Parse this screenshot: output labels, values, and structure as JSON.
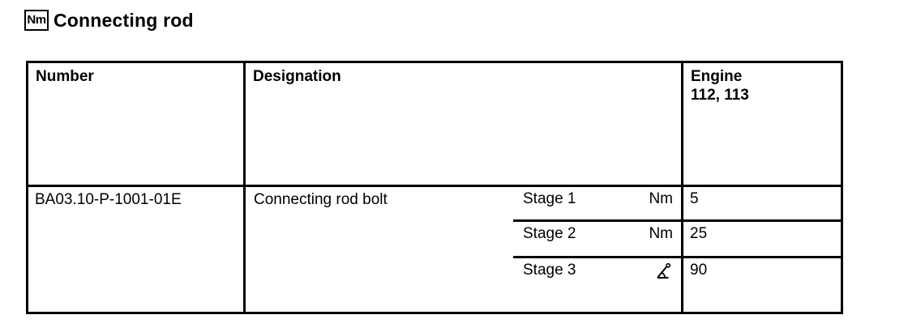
{
  "page": {
    "icon_label": "Nm",
    "title": "Connecting rod"
  },
  "table": {
    "header": {
      "number": "Number",
      "designation": "Designation",
      "engine_line1": "Engine",
      "engine_line2": "112, 113"
    },
    "row": {
      "number": "BA03.10-P-1001-01E",
      "designation": "Connecting rod bolt",
      "stages": [
        {
          "label": "Stage 1",
          "unit": "Nm",
          "value": "5"
        },
        {
          "label": "Stage 2",
          "unit": "Nm",
          "value": "25"
        },
        {
          "label": "Stage 3",
          "unit_icon": "torque-angle-degree",
          "value": "90"
        }
      ]
    }
  },
  "colors": {
    "text": "#000000",
    "border": "#000000",
    "background": "#ffffff"
  }
}
